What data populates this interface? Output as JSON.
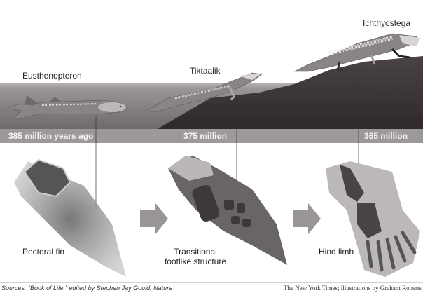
{
  "species": [
    {
      "name": "Eusthenopteron",
      "time": "385 million years ago",
      "structure": "Pectoral fin"
    },
    {
      "name": "Tiktaalik",
      "time": "375 million",
      "structure": "Transitional footlike structure"
    },
    {
      "name": "Ichthyostega",
      "time": "365 million",
      "structure": "Hind limb"
    }
  ],
  "captions": {
    "transitional_line1": "Transitional",
    "transitional_line2": "footlike structure"
  },
  "footer": {
    "sources": "Sources: “Book of Life,” edited by Stephen Jay Gould; Nature",
    "credit": "The New York Times; illustrations by Graham Roberts"
  },
  "colors": {
    "water": "#8e8a8a",
    "land": "#3d3637",
    "timeline_band": "#9d9999",
    "arrow": "#9a9696"
  }
}
